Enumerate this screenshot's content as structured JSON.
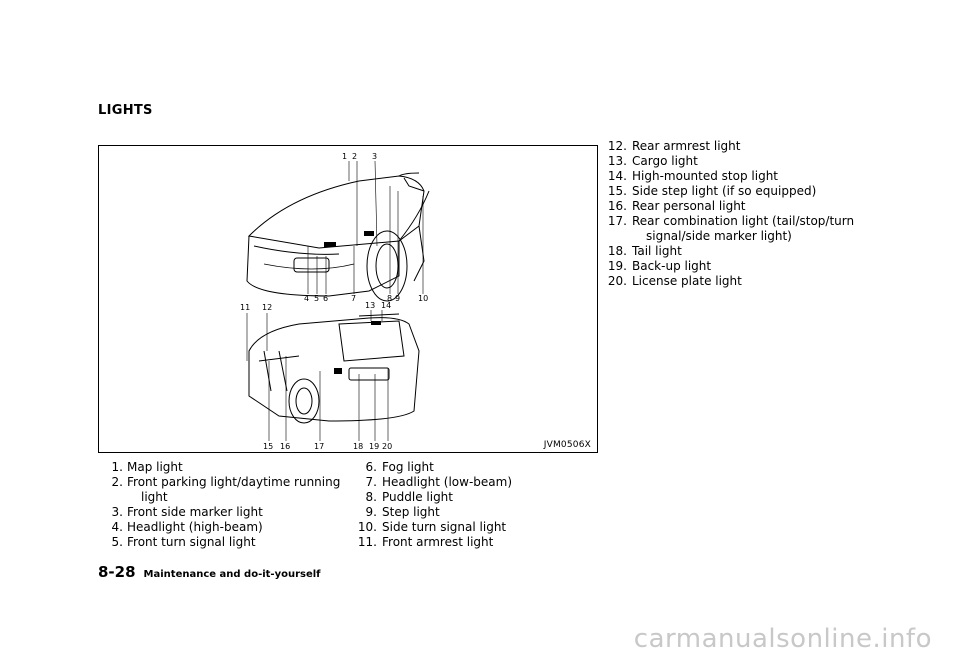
{
  "section": {
    "title": "LIGHTS"
  },
  "figure": {
    "code": "JVM0506X",
    "callouts_top": [
      "1",
      "2",
      "3",
      "4",
      "5",
      "6",
      "7",
      "8",
      "9",
      "10"
    ],
    "callouts_rear": [
      "11",
      "12",
      "13",
      "14",
      "15",
      "16",
      "17",
      "18",
      "19",
      "20"
    ]
  },
  "lights": {
    "col1": [
      {
        "num": "1.",
        "text": "Map light",
        "cont": ""
      },
      {
        "num": "2.",
        "text": "Front  parking  light/daytime  running",
        "cont": "light"
      },
      {
        "num": "3.",
        "text": "Front side marker light",
        "cont": ""
      },
      {
        "num": "4.",
        "text": "Headlight (high-beam)",
        "cont": ""
      },
      {
        "num": "5.",
        "text": "Front turn signal light",
        "cont": ""
      }
    ],
    "col2": [
      {
        "num": "6.",
        "text": "Fog light",
        "cont": ""
      },
      {
        "num": "7.",
        "text": "Headlight (low-beam)",
        "cont": ""
      },
      {
        "num": "8.",
        "text": "Puddle light",
        "cont": ""
      },
      {
        "num": "9.",
        "text": "Step light",
        "cont": ""
      },
      {
        "num": "10.",
        "text": "Side turn signal light",
        "cont": ""
      },
      {
        "num": "11.",
        "text": "Front armrest light",
        "cont": ""
      }
    ],
    "col3": [
      {
        "num": "12.",
        "text": "Rear armrest light",
        "cont": ""
      },
      {
        "num": "13.",
        "text": "Cargo light",
        "cont": ""
      },
      {
        "num": "14.",
        "text": "High-mounted stop light",
        "cont": ""
      },
      {
        "num": "15.",
        "text": "Side step light (if so equipped)",
        "cont": ""
      },
      {
        "num": "16.",
        "text": "Rear personal light",
        "cont": ""
      },
      {
        "num": "17.",
        "text": "Rear combination light (tail/stop/turn",
        "cont": "signal/side marker light)"
      },
      {
        "num": "18.",
        "text": "Tail light",
        "cont": ""
      },
      {
        "num": "19.",
        "text": "Back-up light",
        "cont": ""
      },
      {
        "num": "20.",
        "text": "License plate light",
        "cont": ""
      }
    ]
  },
  "footer": {
    "page": "8-28",
    "section": "Maintenance and do-it-yourself"
  },
  "watermark": "carmanualsonline.info"
}
